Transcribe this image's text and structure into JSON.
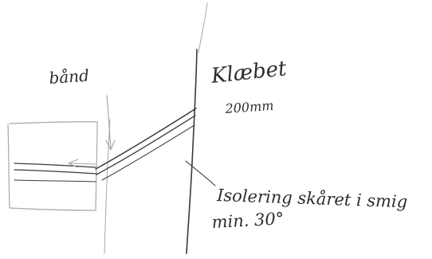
{
  "labels": {
    "band": "bånd",
    "klaebet": "Klæbet",
    "length": "200mm",
    "note_line1": "Isolering skåret i smig",
    "note_line2": "min. 30°"
  },
  "colors": {
    "ink": "#3a3a3a",
    "faint_ink": "#a8a8a8",
    "paper": "#ffffff"
  }
}
